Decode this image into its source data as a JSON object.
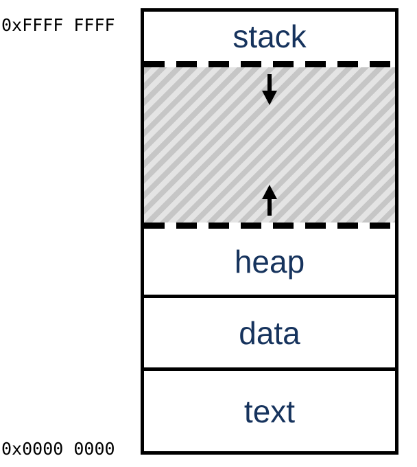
{
  "diagram": {
    "addresses": {
      "top": "0xFFFF FFFF",
      "bottom": "0x0000 0000"
    },
    "sections": {
      "stack": "stack",
      "heap": "heap",
      "data": "data",
      "text": "text"
    },
    "icons": {
      "grow_down": "down-arrow-icon",
      "grow_up": "up-arrow-icon"
    },
    "colors": {
      "section_label": "#16335d",
      "border": "#000000",
      "hatch_stripe": "#c6c6c6",
      "hatch_background": "#e4e4e4"
    }
  }
}
